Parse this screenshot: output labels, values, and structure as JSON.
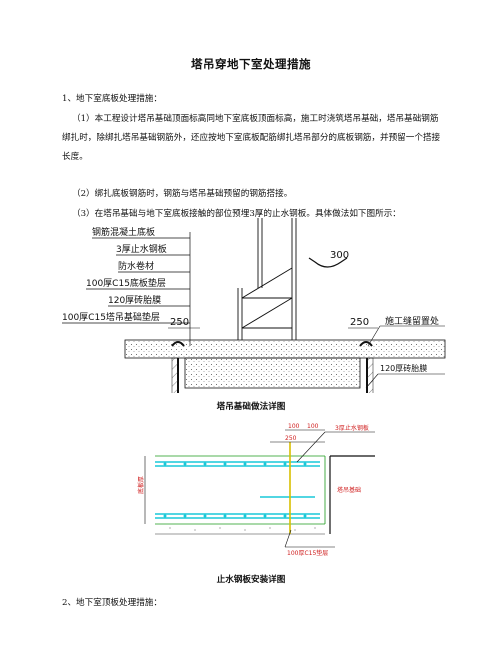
{
  "title": "塔吊穿地下室处理措施",
  "section1": {
    "heading": "1、地下室底板处理措施：",
    "para1": "（1）本工程设计塔吊基础顶面标高同地下室底板顶面标高，施工时浇筑塔吊基础，塔吊基础钢筋绑扎时，除绑扎塔吊基础钢筋外，还应按地下室底板配筋绑扎塔吊部分的底板钢筋，并预留一个搭接长度。",
    "para2": "（2）绑扎底板钢筋时，钢筋与塔吊基础预留的钢筋搭接。",
    "para3": "（3）在塔吊基础与地下室底板接触的部位预埋3厚的止水钢板。具体做法如下图所示："
  },
  "figure1": {
    "caption": "塔吊基础做法详图",
    "labels": [
      "钢筋混凝土底板",
      "3厚止水钢板",
      "防水卷材",
      "100厚C15底板垫层",
      "120厚砖胎膜",
      "100厚C15塔吊基础垫层"
    ],
    "dim_left": "250",
    "dim_right": "250",
    "dim_top": "300",
    "note_right": "施工缝留置处",
    "note_bottom": "120厚砖胎膜"
  },
  "figure2": {
    "caption": "止水钢板安装详图",
    "dim_a": "100",
    "dim_b": "100",
    "dim_c": "250",
    "label_top": "3厚止水钢板",
    "label_side": "塔吊基础",
    "label_bottom": "100厚C15垫层",
    "label_height": "底板厚"
  },
  "section2": {
    "heading": "2、地下室顶板处理措施："
  },
  "colors": {
    "text": "#111111",
    "cyan": "#19c8d8",
    "yellow": "#d8c000",
    "green": "#1a9a1a",
    "red": "#d02020"
  }
}
